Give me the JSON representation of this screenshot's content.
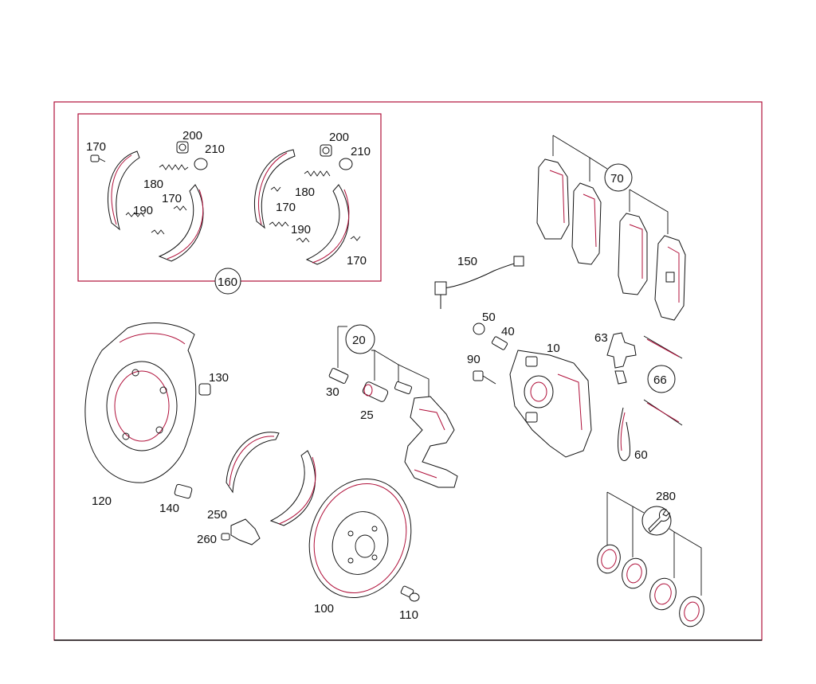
{
  "diagram": {
    "labels": {
      "l10": "10",
      "l20": "20",
      "l25": "25",
      "l30": "30",
      "l40": "40",
      "l50": "50",
      "l60": "60",
      "l63": "63",
      "l66": "66",
      "l70": "70",
      "l90": "90",
      "l100": "100",
      "l110": "110",
      "l120": "120",
      "l130": "130",
      "l140": "140",
      "l150": "150",
      "l160": "160",
      "l170a": "170",
      "l170b": "170",
      "l170c": "170",
      "l170d": "170",
      "l180a": "180",
      "l180b": "180",
      "l190a": "190",
      "l190b": "190",
      "l200a": "200",
      "l200b": "200",
      "l210a": "210",
      "l210b": "210",
      "l250": "250",
      "l260": "260",
      "l280": "280"
    },
    "colors": {
      "outline": "#b0103a",
      "ink": "#111111"
    }
  }
}
